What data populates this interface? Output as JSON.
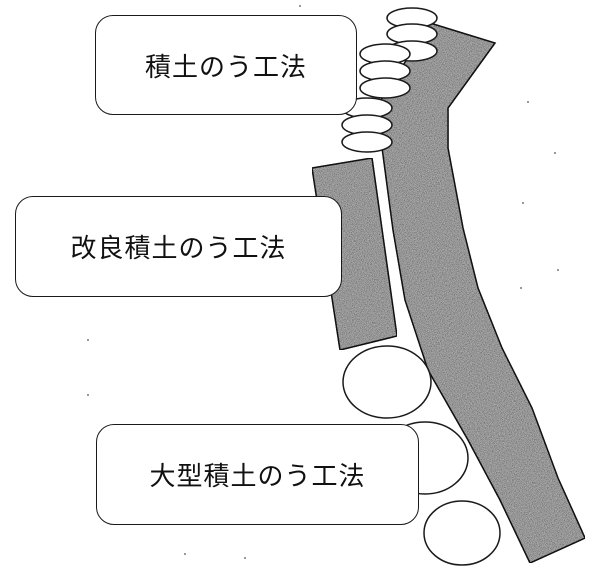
{
  "diagram": {
    "methods": [
      {
        "label": "積土のう工法"
      },
      {
        "label": "改良積土のう工法"
      },
      {
        "label": "大型積土のう工法"
      }
    ],
    "colors": {
      "stipple_fill": "#b8b8b8",
      "outline": "#1a1a1a",
      "background": "#ffffff"
    }
  }
}
